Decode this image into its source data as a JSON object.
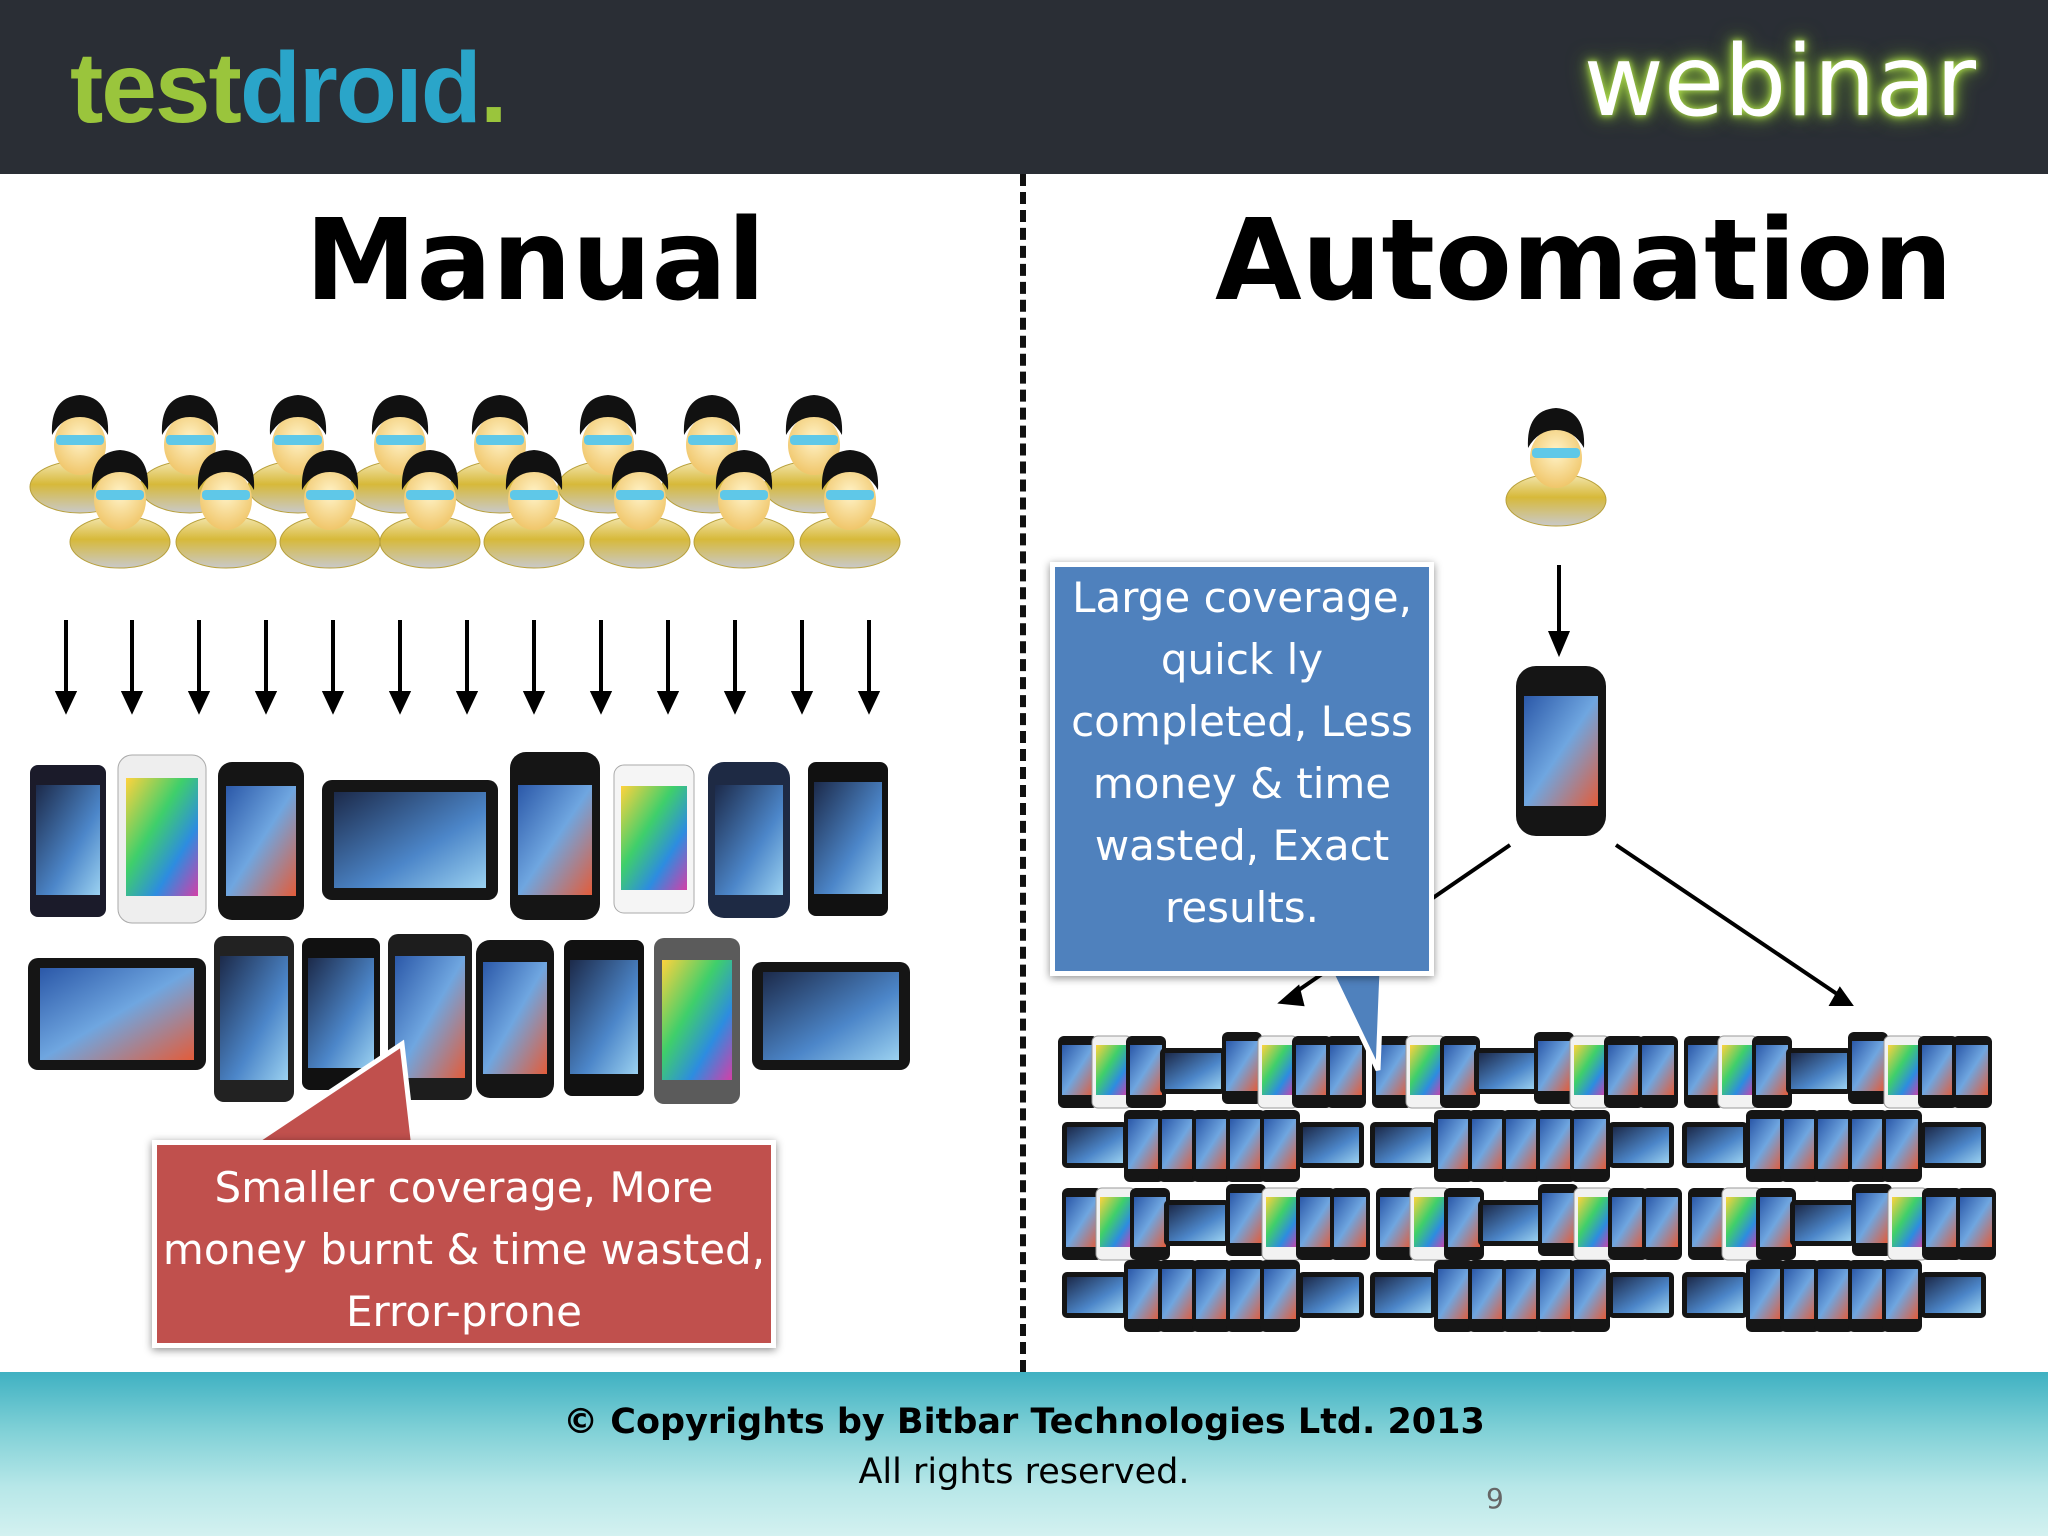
{
  "header": {
    "logo_part1": "test",
    "logo_part2": "dro",
    "logo_part3": "ı",
    "logo_part4": "d",
    "logo_dot": ".",
    "badge": "webinar"
  },
  "left": {
    "title": "Manual",
    "callout": "Smaller coverage, More money burnt & time wasted, Error-prone"
  },
  "right": {
    "title": "Automation",
    "callout": "Large coverage,  quick ly completed, Less money & time wasted, Exact results."
  },
  "footer": {
    "copyright": "© Copyrights by Bitbar Technologies Ltd. 2013",
    "rights": "All rights reserved.",
    "page_number": "9"
  },
  "colors": {
    "header_bg": "#2a2e35",
    "logo_green": "#9ac53c",
    "logo_blue": "#2aa5c9",
    "manual_callout": "#c0504d",
    "auto_callout": "#4f81bd"
  }
}
